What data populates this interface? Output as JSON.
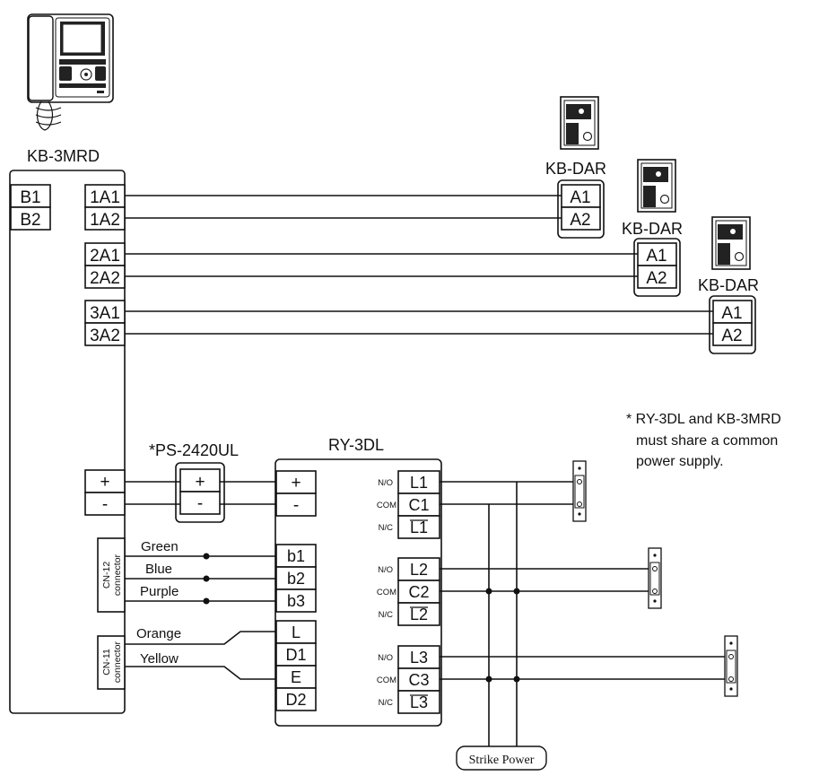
{
  "units": {
    "kb3mrd": {
      "name": "KB-3MRD",
      "b1": "B1",
      "b2": "B2",
      "t1a1": "1A1",
      "t1a2": "1A2",
      "t2a1": "2A1",
      "t2a2": "2A2",
      "t3a1": "3A1",
      "t3a2": "3A2",
      "plus": "+",
      "minus": "-"
    },
    "door1": {
      "name": "KB-DAR",
      "a1": "A1",
      "a2": "A2"
    },
    "door2": {
      "name": "KB-DAR",
      "a1": "A1",
      "a2": "A2"
    },
    "door3": {
      "name": "KB-DAR",
      "a1": "A1",
      "a2": "A2"
    },
    "psu": {
      "name": "*PS-2420UL",
      "plus": "+",
      "minus": "-"
    },
    "relay": {
      "name": "RY-3DL",
      "plus": "+",
      "minus": "-",
      "b1": "b1",
      "b2": "b2",
      "b3": "b3",
      "l": "L",
      "d1": "D1",
      "e": "E",
      "d2": "D2",
      "no1": "N/O",
      "com1": "COM",
      "nc1": "N/C",
      "l1": "L1",
      "c1": "C1",
      "l1b": "L1",
      "no2": "N/O",
      "com2": "COM",
      "nc2": "N/C",
      "l2": "L2",
      "c2": "C2",
      "l2b": "L2",
      "no3": "N/O",
      "com3": "COM",
      "nc3": "N/C",
      "l3": "L3",
      "c3": "C3",
      "l3b": "L3"
    }
  },
  "connectors": {
    "cn12": {
      "line1": "CN-12",
      "line2": "connector"
    },
    "cn11": {
      "line1": "CN-11",
      "line2": "connector"
    }
  },
  "wires": {
    "green": "Green",
    "blue": "Blue",
    "purple": "Purple",
    "orange": "Orange",
    "yellow": "Yellow"
  },
  "note": {
    "line1": "* RY-3DL and KB-3MRD",
    "line2": "must share a common",
    "line3": "power supply."
  },
  "strike_power": "Strike Power"
}
